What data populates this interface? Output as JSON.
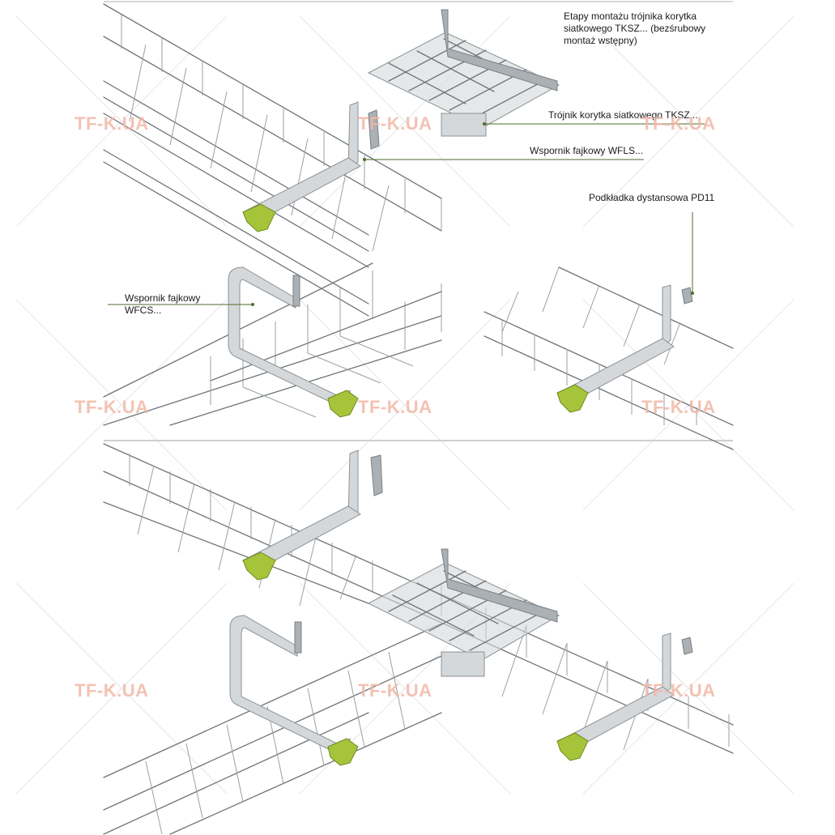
{
  "labels": {
    "title_line1": "Etapy montażu trójnika korytka",
    "title_line2": "siatkowego TKSZ... (bezśrubowy",
    "title_line3": "montaż wstępny)",
    "tee_piece": "Trójnik korytka siatkowego TKSZ...",
    "bracket_wfls": "Wspornik fajkowy WFLS...",
    "spacer_pd11": "Podkładka dystansowa PD11",
    "bracket_wfcs_line1": "Wspornik fajkowy",
    "bracket_wfcs_line2": "WFCS..."
  },
  "watermark": "TF-K.UA",
  "colors": {
    "wire": "#6f7478",
    "pad": "#a6c43a",
    "leader": "#4f6b2a",
    "watermark": "#f1b7a6"
  }
}
